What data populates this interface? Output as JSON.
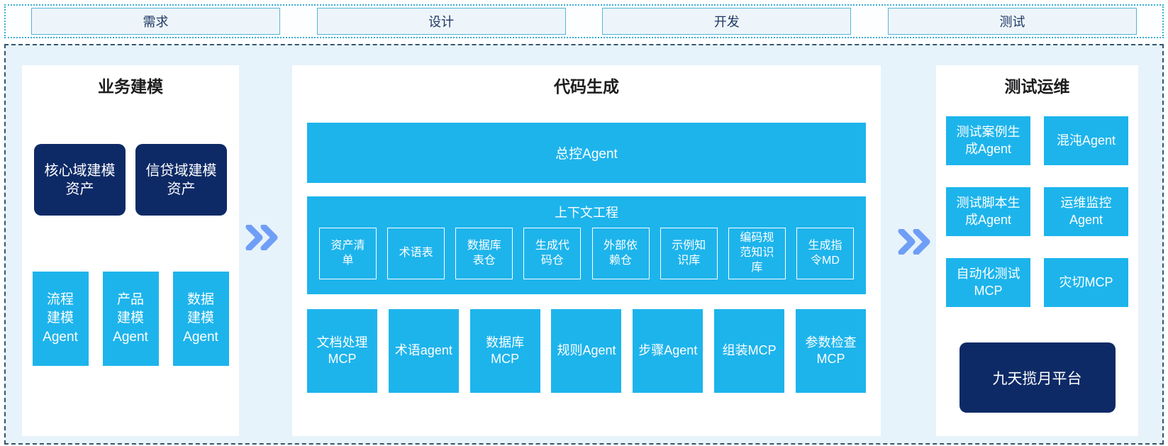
{
  "colors": {
    "cyan": "#1db4ec",
    "navy": "#0e2a66",
    "canvas_bg": "#e7f3fb",
    "panel_bg": "#ffffff",
    "phase_box_bg": "#eef5fa",
    "phase_box_border": "#54b5d9",
    "dotted_border": "#3aadd2",
    "dashed_border": "#35566e",
    "chevron_blue": "#6f9ef7"
  },
  "phase_bar": {
    "items": [
      "需求",
      "设计",
      "开发",
      "测试"
    ]
  },
  "business_modeling": {
    "title": "业务建模",
    "asset_boxes": [
      "核心域建模资产",
      "信贷域建模资产"
    ],
    "agent_boxes": [
      "流程建模Agent",
      "产品建模Agent",
      "数据建模Agent"
    ]
  },
  "code_generation": {
    "title": "代码生成",
    "master_agent": "总控Agent",
    "context_engineering": {
      "title": "上下文工程",
      "items": [
        "资产清单",
        "术语表",
        "数据库表仓",
        "生成代码仓",
        "外部依赖仓",
        "示例知识库",
        "编码规范知识库",
        "生成指令MD"
      ]
    },
    "worker_boxes": [
      "文档处理MCP",
      "术语agent",
      "数据库MCP",
      "规则Agent",
      "步骤Agent",
      "组装MCP",
      "参数检查MCP"
    ]
  },
  "test_ops": {
    "title": "测试运维",
    "grid_boxes": [
      "测试案例生成Agent",
      "混沌Agent",
      "测试脚本生成Agent",
      "运维监控Agent",
      "自动化测试MCP",
      "灾切MCP"
    ],
    "platform": "九天揽月平台"
  }
}
